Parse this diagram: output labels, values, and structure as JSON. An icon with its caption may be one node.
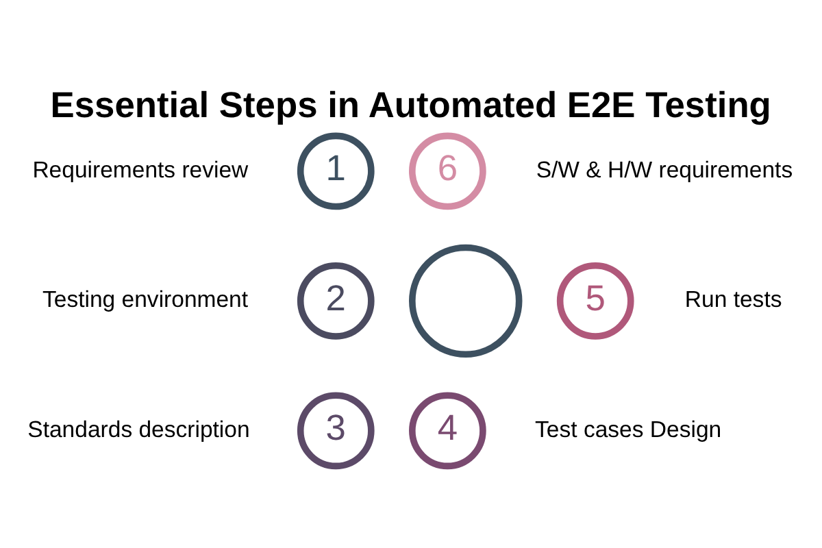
{
  "diagram": {
    "title": "Essential Steps in Automated E2E Testing",
    "nodes": [
      {
        "text": [
          "1"
        ],
        "beside": [
          "Requirements review"
        ]
      },
      {
        "text": [
          "6"
        ],
        "beside": [
          "S/W & H/W requirements"
        ]
      },
      {
        "text": [
          "2"
        ],
        "beside": [
          "Testing environment"
        ]
      },
      {
        "text": [],
        "shape": "circle"
      },
      {
        "text": [
          "5"
        ],
        "beside": [
          "Run tests"
        ]
      },
      {
        "text": [
          "3"
        ],
        "beside": [
          "Standards description"
        ]
      },
      {
        "text": [
          "4"
        ],
        "beside": [
          "Test cases Design"
        ]
      }
    ],
    "edges": []
  }
}
